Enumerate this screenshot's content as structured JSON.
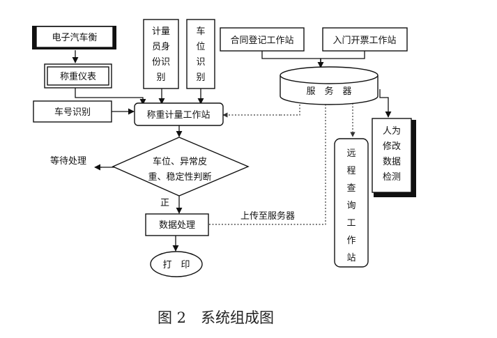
{
  "nodes": {
    "truck_scale": "电子汽车衡",
    "weighing_instrument": "称重仪表",
    "meter_id": "计量员身份识别",
    "car_position": "车位识别",
    "contract_ws": "合同登记工作站",
    "gate_ticket_ws": "入门开票工作站",
    "server": "服　务　器",
    "plate_id": "车号识别",
    "weighing_ws": "称重计量工作站",
    "judgement": [
      "车位、异常皮",
      "重、稳定性判断"
    ],
    "remote_query_ws": "远程查询工作站",
    "manual_edit_detect": "人为修改数据检测",
    "data_processing": "数据处理",
    "print": "打　印"
  },
  "labels": {
    "wait": "等待处理",
    "ok": "正",
    "upload": "上传至服务器"
  },
  "caption": "图 2　系统组成图",
  "colors": {
    "line": "#111111",
    "background": "#ffffff"
  }
}
